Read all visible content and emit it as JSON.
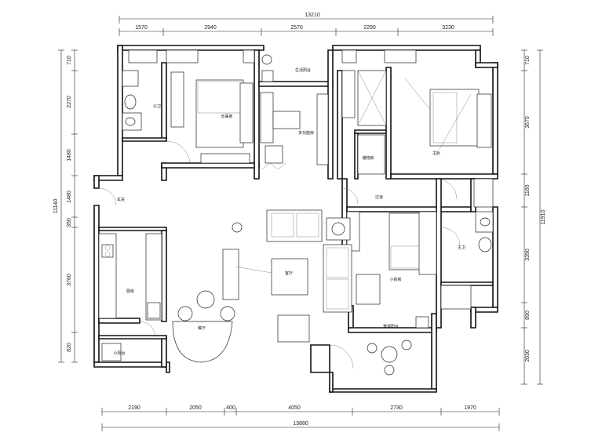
{
  "dimensions": {
    "top_total": "13210",
    "top_segments": [
      "1570",
      "2940",
      "2570",
      "2290",
      "3230"
    ],
    "bottom_total": "13880",
    "bottom_segments": [
      "2190",
      "2050",
      "400",
      "4050",
      "2730",
      "1970"
    ],
    "left_total": "11140",
    "left_segments": [
      "710",
      "2270",
      "1480",
      "1480",
      "350",
      "3760",
      "820"
    ],
    "right_total": "11910",
    "right_segments": [
      "710",
      "3670",
      "1160",
      "3390",
      "890",
      "2030"
    ]
  },
  "rooms": {
    "public_bath": "公卫",
    "elder_room": "长辈房",
    "utility_balcony": "生活阳台",
    "multi_room": "多功能房",
    "storage": "储物房",
    "master_bedroom": "主卧",
    "entrance": "玄关",
    "corridor": "过道",
    "kitchen": "厨房",
    "living_room": "客厅",
    "kids_room": "小孩房",
    "master_bath": "主卫",
    "dining_room": "餐厅",
    "small_balcony": "小阳台",
    "view_balcony": "景观阳台"
  }
}
